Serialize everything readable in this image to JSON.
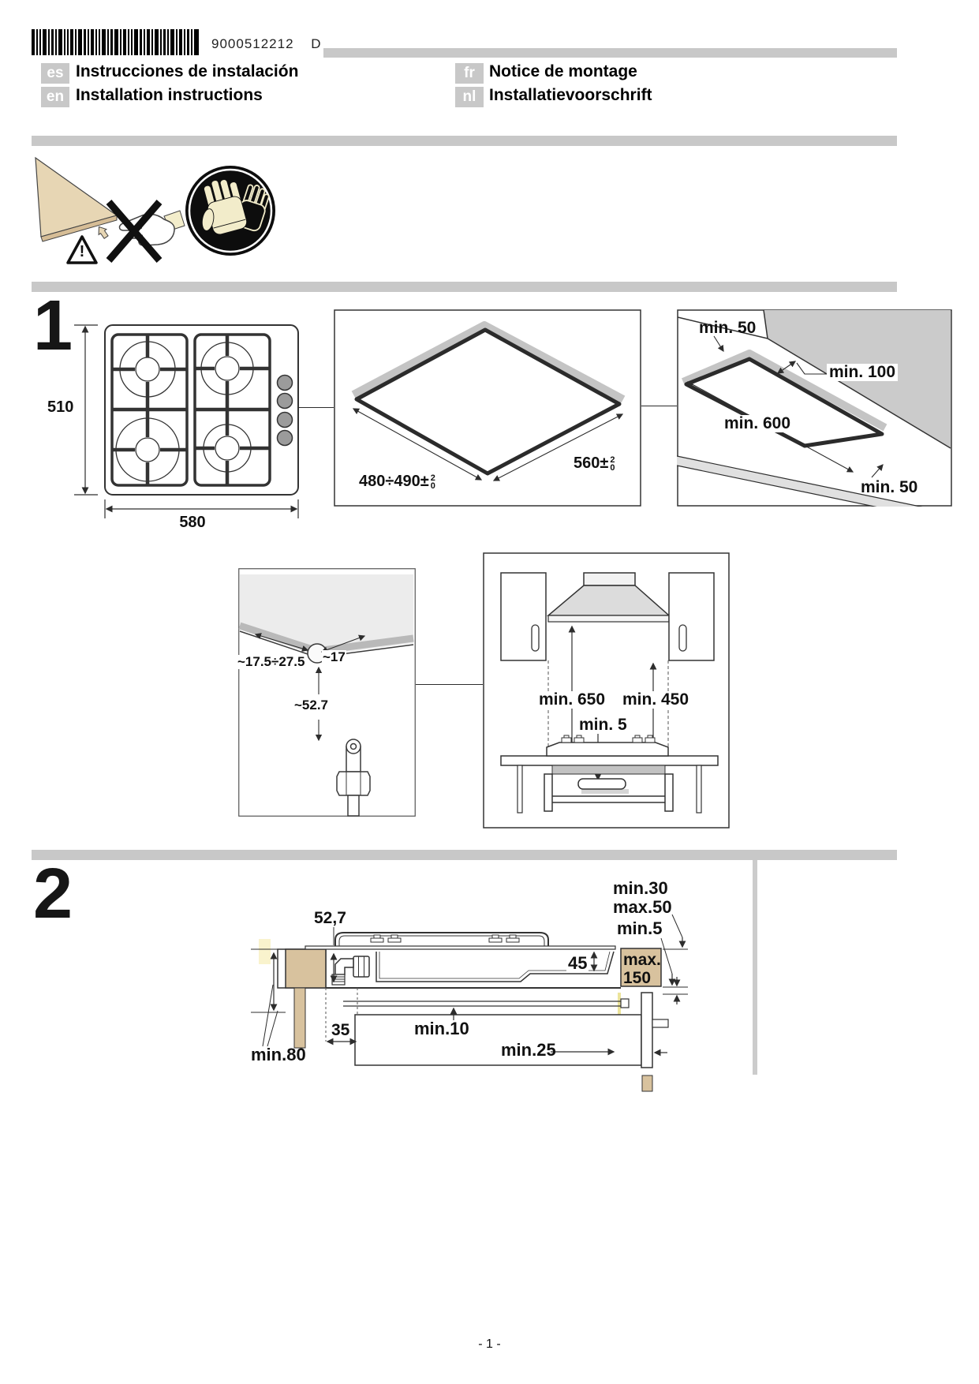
{
  "page": {
    "footer_page_number": "- 1 -"
  },
  "header": {
    "barcode_number": "9000512212",
    "revision": "D",
    "languages": [
      {
        "code": "es",
        "title": "Instrucciones de instalación"
      },
      {
        "code": "en",
        "title": "Installation instructions"
      },
      {
        "code": "fr",
        "title": "Notice de montage"
      },
      {
        "code": "nl",
        "title": "Installatievoorschrift"
      }
    ]
  },
  "warning": {
    "exclamation": "!"
  },
  "step1": {
    "number": "1",
    "hob_top_view": {
      "height": "510",
      "width": "580"
    },
    "cutout_view": {
      "depth": "480÷490±",
      "depth_tol_top": "2",
      "depth_tol_bottom": "0",
      "width": "560±",
      "width_tol_top": "2",
      "width_tol_bottom": "0"
    },
    "clearance_view": {
      "rear_gap": "min. 50",
      "side_gap": "min. 100",
      "cutout_width": "min. 600",
      "front_gap": "min. 50"
    },
    "corner_view": {
      "insertion_range": "~17.5÷27.5",
      "corner_offset": "~17",
      "connector_depth": "~52.7"
    },
    "hood_view": {
      "hood_clearance": "min. 650",
      "cabinet_clearance": "min. 450",
      "drawer_clearance": "min. 5"
    }
  },
  "step2": {
    "number": "2",
    "hob_depth": "52,7",
    "worktop_thickness_min": "min.30",
    "worktop_thickness_max": "max.50",
    "rear_edge_gap": "min.5",
    "tray_depth": "45",
    "max_label_line1": "max.",
    "max_label_line2": "150",
    "gas_connection_offset": "35",
    "below_clearance": "min.10",
    "rear_clearance": "min.25",
    "side_clearance": "min.80"
  },
  "colors": {
    "divider_gray": "#c8c8c8",
    "worktop_beige": "#d8c29e",
    "highlight_yellow": "#f9f3cd",
    "glove_cream": "#f2ecca"
  }
}
